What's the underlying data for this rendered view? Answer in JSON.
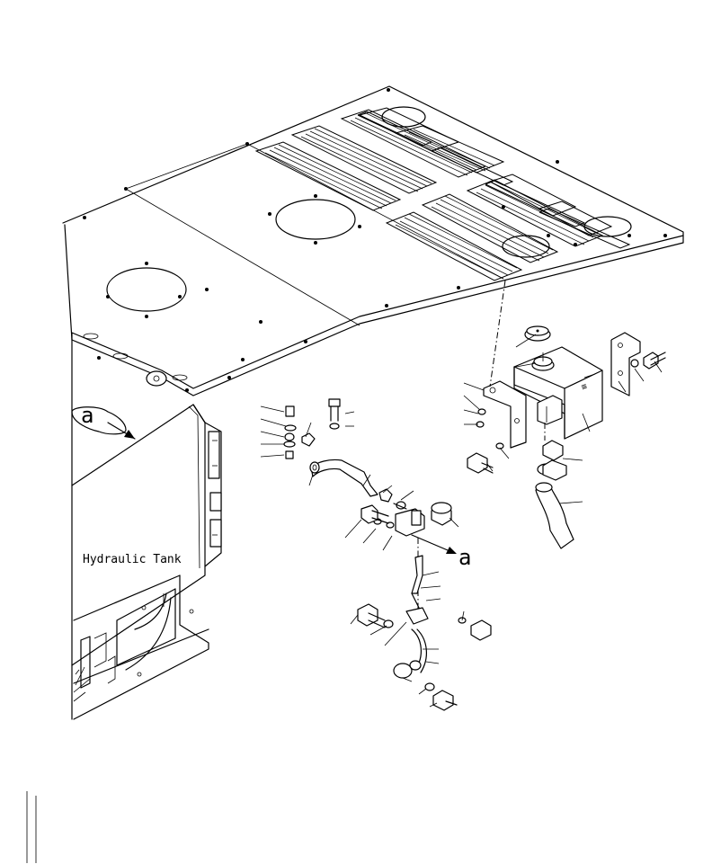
{
  "labels": {
    "hydraulic_tank": "Hydraulic Tank",
    "view_marker": "a",
    "view_arrow": "a"
  }
}
